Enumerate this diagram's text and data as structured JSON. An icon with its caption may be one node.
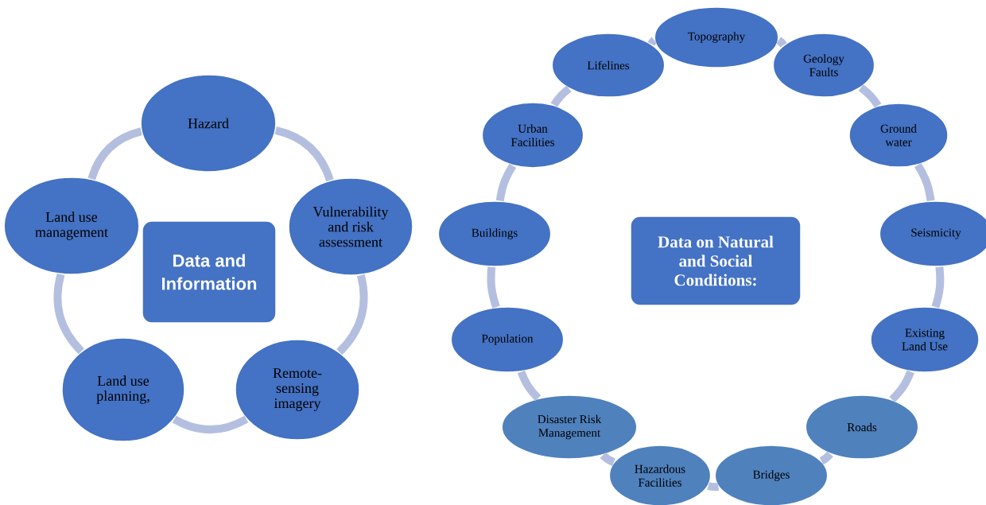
{
  "diagram": {
    "nodes": [
      {
        "text": [
          "Hazard"
        ]
      },
      {
        "text": [
          "Vulnerability and risk assessment"
        ]
      },
      {
        "text": [
          "Remote-sensing imagery"
        ]
      },
      {
        "text": [
          "Land use planning,"
        ]
      },
      {
        "text": [
          "Land use management"
        ]
      },
      {
        "text": [
          "Data and Information"
        ]
      },
      {
        "text": [
          "Data on Natural and Social Conditions:"
        ]
      },
      {
        "text": [
          "Topography"
        ]
      },
      {
        "text": [
          "Geology Faults"
        ]
      },
      {
        "text": [
          "Ground water"
        ]
      },
      {
        "text": [
          "Seismicity"
        ]
      },
      {
        "text": [
          "Existing Land Use"
        ]
      },
      {
        "text": [
          "Roads"
        ]
      },
      {
        "text": [
          "Bridges"
        ]
      },
      {
        "text": [
          "Hazardous Facilities"
        ]
      },
      {
        "text": [
          "Disaster Risk Management"
        ]
      },
      {
        "text": [
          "Population"
        ]
      },
      {
        "text": [
          "Buildings"
        ]
      },
      {
        "text": [
          "Urban Facilities"
        ]
      },
      {
        "text": [
          "Lifelines"
        ]
      }
    ],
    "edges": [
      {
        "from": 0,
        "to": 1,
        "arrow": "none"
      },
      {
        "from": 1,
        "to": 2,
        "arrow": "none"
      },
      {
        "from": 2,
        "to": 3,
        "arrow": "none"
      },
      {
        "from": 3,
        "to": 4,
        "arrow": "none"
      },
      {
        "from": 4,
        "to": 0,
        "arrow": "none"
      },
      {
        "from": 7,
        "to": 8,
        "arrow": "none"
      },
      {
        "from": 8,
        "to": 9,
        "arrow": "none"
      },
      {
        "from": 9,
        "to": 10,
        "arrow": "none"
      },
      {
        "from": 10,
        "to": 11,
        "arrow": "none"
      },
      {
        "from": 11,
        "to": 12,
        "arrow": "none"
      },
      {
        "from": 12,
        "to": 13,
        "arrow": "none"
      },
      {
        "from": 13,
        "to": 14,
        "arrow": "none"
      },
      {
        "from": 14,
        "to": 15,
        "arrow": "none"
      },
      {
        "from": 15,
        "to": 16,
        "arrow": "none"
      },
      {
        "from": 16,
        "to": 17,
        "arrow": "none"
      },
      {
        "from": 17,
        "to": 18,
        "arrow": "none"
      },
      {
        "from": 18,
        "to": 19,
        "arrow": "none"
      },
      {
        "from": 19,
        "to": 7,
        "arrow": "none"
      }
    ]
  }
}
